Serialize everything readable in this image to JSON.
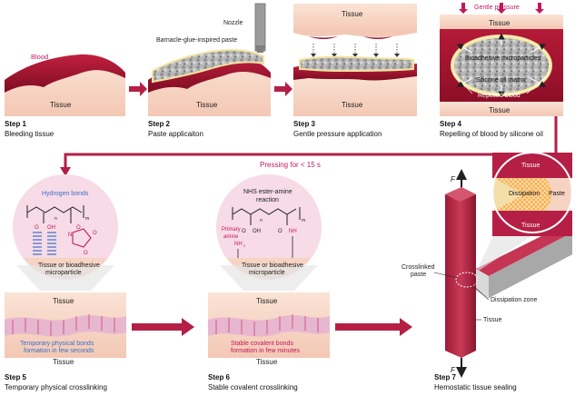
{
  "steps": [
    {
      "number": "Step 1",
      "caption": "Bleeding tissue"
    },
    {
      "number": "Step 2",
      "caption": "Paste applicaiton"
    },
    {
      "number": "Step 3",
      "caption": "Gentle pressure application"
    },
    {
      "number": "Step 4",
      "caption": "Repelling of blood by silicone oil"
    },
    {
      "number": "Step 5",
      "caption": "Temporary physical crosslinking"
    },
    {
      "number": "Step 6",
      "caption": "Stable covalent crosslinking"
    },
    {
      "number": "Step 7",
      "caption": "Hemostatic tissue sealing"
    }
  ],
  "labels": {
    "tissue": "Tissue",
    "blood": "Blood",
    "nozzle": "Nozzle",
    "paste": "Barnacle-glue-inspired paste",
    "gentle_pressure": "Gentle pressure",
    "bioadhesive_microparticles": "Bioadhesive microparticles",
    "silicone_oil_matrix": "Silicone oil matrix",
    "repelled_blood": "Repelled blood",
    "pressing": "Pressing for < 15 s",
    "hydrogen_bonds": "Hydrogen bonds",
    "tissue_or_bioadhesive_1": "Tissue or bioadhesive",
    "tissue_or_bioadhesive_2": "microparticle",
    "nhs_reaction_1": "NHS ester-amine",
    "nhs_reaction_2": "reaction",
    "primary_amine_1": "Primary",
    "primary_amine_2": "amine",
    "temporary_bonds_1": "Temporary physical bonds",
    "temporary_bonds_2": "formation in few seconds",
    "stable_bonds_1": "Stable covalent bonds",
    "stable_bonds_2": "formation in few minutes",
    "crosslinked_paste_1": "Crosslinked",
    "crosslinked_paste_2": "paste",
    "dissipation_zone": "Dissipation zone",
    "dissipation": "Dissipation",
    "paste_short": "Paste",
    "force": "F",
    "chem_oh": "OH",
    "chem_o": "O",
    "chem_n": "N",
    "chem_nh": "NH",
    "chem_nh2": "NH",
    "chem_n_sub": "n",
    "chem_m_sub": "m",
    "chem_2_sub": "2"
  },
  "colors": {
    "tissue": "#f6d3c3",
    "blood": "#a4122e",
    "arrow": "#b51f45",
    "paste": "#f0e6a6",
    "particles": "#a8a8a8",
    "circle_bg": "#f6dde8",
    "hbond": "#3d6fc9",
    "amine": "#c2185b"
  }
}
